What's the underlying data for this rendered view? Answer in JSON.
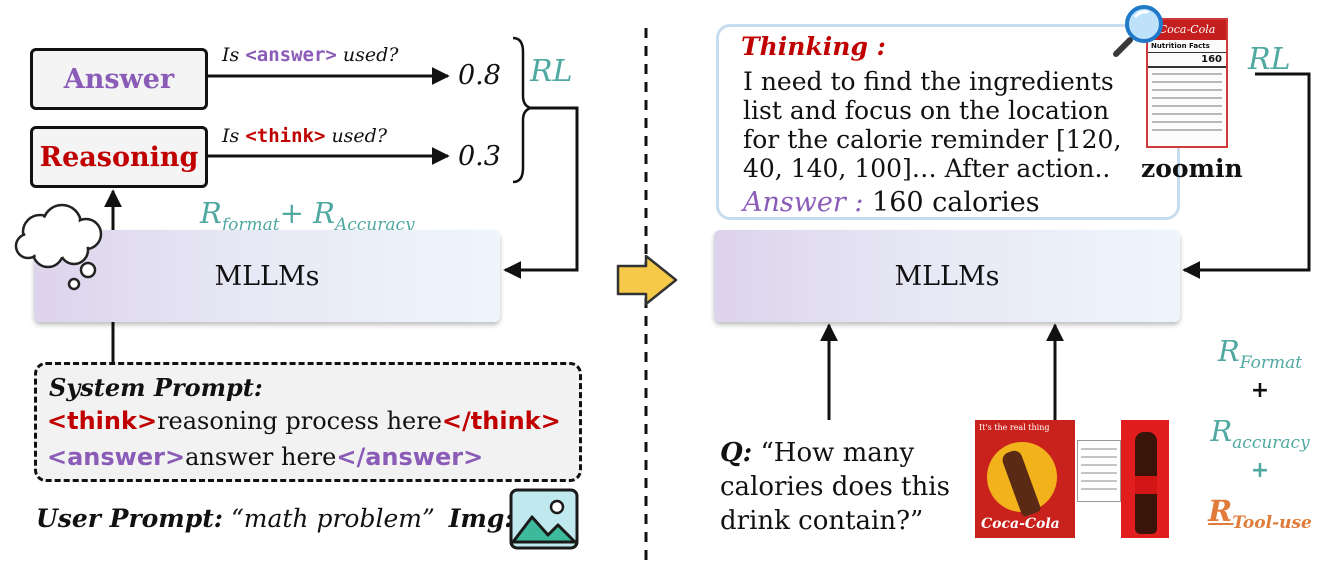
{
  "left": {
    "answer_box": "Answer",
    "reasoning_box": "Reasoning",
    "answer_question": {
      "pre": "Is",
      "tag": "<answer>",
      "post": "used?"
    },
    "think_question": {
      "pre": "Is",
      "tag": "<think>",
      "post": "used?"
    },
    "score_answer": "0.8",
    "score_reasoning": "0.3",
    "rl_label": "RL",
    "reward": {
      "r1": "R",
      "r1_sub": "format",
      "plus": "+",
      "r2": "R",
      "r2_sub": "Accuracy"
    },
    "mllm_label": "MLLMs",
    "system_prompt": {
      "title": "System Prompt:",
      "think_open": "<think>",
      "think_text": "reasoning process here",
      "think_close": "</think>",
      "answer_open": "<answer>",
      "answer_text": "answer here",
      "answer_close": "</answer>"
    },
    "user_prompt": {
      "label": "User Prompt:",
      "text": "“math problem”",
      "img_label": "Img:"
    }
  },
  "right": {
    "thinking_label": "Thinking :",
    "thinking_lines": [
      "I need to find the ingredients",
      "list and focus on the location",
      "for the calorie reminder [120,",
      "40, 140, 100]… After action.."
    ],
    "answer_label": "Answer :",
    "answer_value": "160 calories",
    "zoomin_label": "zoomin",
    "rl_label": "RL",
    "mllm_label": "MLLMs",
    "question": {
      "q_label": "Q:",
      "lines": [
        "“How  many",
        "calories does this",
        "drink contain?”"
      ]
    },
    "rewards": [
      {
        "r": "R",
        "sub": "Format"
      },
      {
        "op": "+"
      },
      {
        "r": "R",
        "sub": "accuracy"
      },
      {
        "op": "+"
      },
      {
        "r": "R",
        "sub": "Tool-use"
      }
    ],
    "ad_text": {
      "tagline": "It's the real thing",
      "brand": "Coca-Cola",
      "panel_title": "Nutrition Facts",
      "calories_value": "160"
    }
  },
  "colors": {
    "teal": "#4fa9a1",
    "purple": "#8a5cb8",
    "red": "#c00000",
    "orange": "#e07b39"
  }
}
